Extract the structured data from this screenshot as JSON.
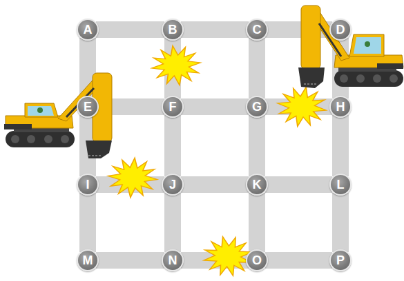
{
  "diagram": {
    "nodes": [
      {
        "text": [
          "A"
        ]
      },
      {
        "text": [
          "B"
        ]
      },
      {
        "text": [
          "C"
        ]
      },
      {
        "text": [
          "D"
        ]
      },
      {
        "text": [
          "E"
        ]
      },
      {
        "text": [
          "F"
        ]
      },
      {
        "text": [
          "G"
        ]
      },
      {
        "text": [
          "H"
        ]
      },
      {
        "text": [
          "I"
        ]
      },
      {
        "text": [
          "J"
        ]
      },
      {
        "text": [
          "K"
        ]
      },
      {
        "text": [
          "L"
        ]
      },
      {
        "text": [
          "M"
        ]
      },
      {
        "text": [
          "N"
        ]
      },
      {
        "text": [
          "O"
        ]
      },
      {
        "text": [
          "P"
        ]
      }
    ],
    "edges": [
      {
        "from": 0,
        "to": 1,
        "arrow": "none"
      },
      {
        "from": 1,
        "to": 2,
        "arrow": "none"
      },
      {
        "from": 2,
        "to": 3,
        "arrow": "none"
      },
      {
        "from": 0,
        "to": 4,
        "arrow": "none"
      },
      {
        "from": 1,
        "to": 5,
        "arrow": "none"
      },
      {
        "from": 2,
        "to": 6,
        "arrow": "none"
      },
      {
        "from": 3,
        "to": 7,
        "arrow": "none"
      },
      {
        "from": 4,
        "to": 5,
        "arrow": "none"
      },
      {
        "from": 5,
        "to": 6,
        "arrow": "none"
      },
      {
        "from": 6,
        "to": 7,
        "arrow": "none"
      },
      {
        "from": 4,
        "to": 8,
        "arrow": "none"
      },
      {
        "from": 5,
        "to": 9,
        "arrow": "none"
      },
      {
        "from": 6,
        "to": 10,
        "arrow": "none"
      },
      {
        "from": 7,
        "to": 11,
        "arrow": "none"
      },
      {
        "from": 8,
        "to": 9,
        "arrow": "none"
      },
      {
        "from": 9,
        "to": 10,
        "arrow": "none"
      },
      {
        "from": 10,
        "to": 11,
        "arrow": "none"
      },
      {
        "from": 8,
        "to": 12,
        "arrow": "none"
      },
      {
        "from": 9,
        "to": 13,
        "arrow": "none"
      },
      {
        "from": 10,
        "to": 14,
        "arrow": "none"
      },
      {
        "from": 11,
        "to": 15,
        "arrow": "none"
      },
      {
        "from": 12,
        "to": 13,
        "arrow": "none"
      },
      {
        "from": 13,
        "to": 14,
        "arrow": "none"
      },
      {
        "from": 14,
        "to": 15,
        "arrow": "none"
      }
    ]
  }
}
